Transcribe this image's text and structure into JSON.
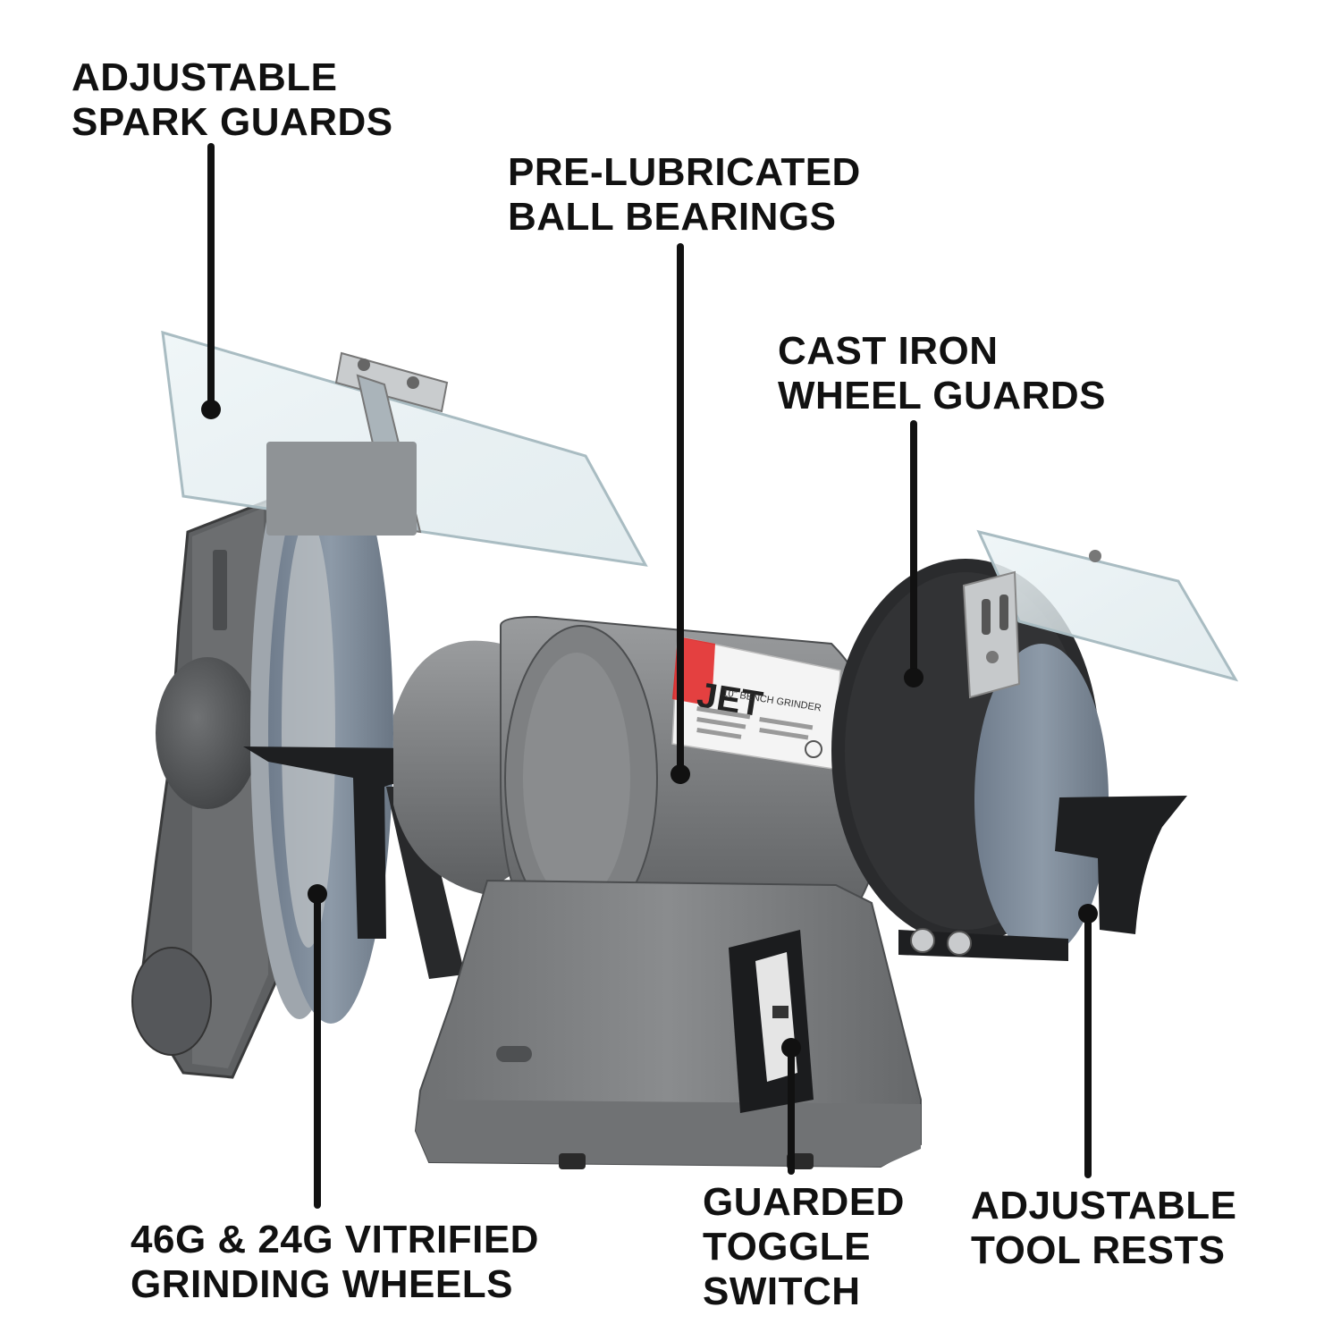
{
  "callouts": {
    "spark_guards": {
      "line1": "ADJUSTABLE",
      "line2": "SPARK GUARDS"
    },
    "ball_bearings": {
      "line1": "PRE-LUBRICATED",
      "line2": "BALL BEARINGS"
    },
    "wheel_guards": {
      "line1": "CAST IRON",
      "line2": "WHEEL GUARDS"
    },
    "grinding_wheels": {
      "line1": "46G & 24G VITRIFIED",
      "line2": "GRINDING WHEELS"
    },
    "toggle_switch": {
      "line1": "GUARDED",
      "line2": "TOGGLE",
      "line3": "SWITCH"
    },
    "tool_rests": {
      "line1": "ADJUSTABLE",
      "line2": "TOOL RESTS"
    }
  },
  "product": {
    "brand_label": "JET",
    "nameplate_title": "10\" BENCH GRINDER"
  },
  "colors": {
    "callout_text": "#111111",
    "body_gray": "#7a7c7e",
    "wheel_blue": "#8592a0",
    "tool_rest_black": "#1e1f21",
    "guard_clear": "#e9f1f3"
  }
}
